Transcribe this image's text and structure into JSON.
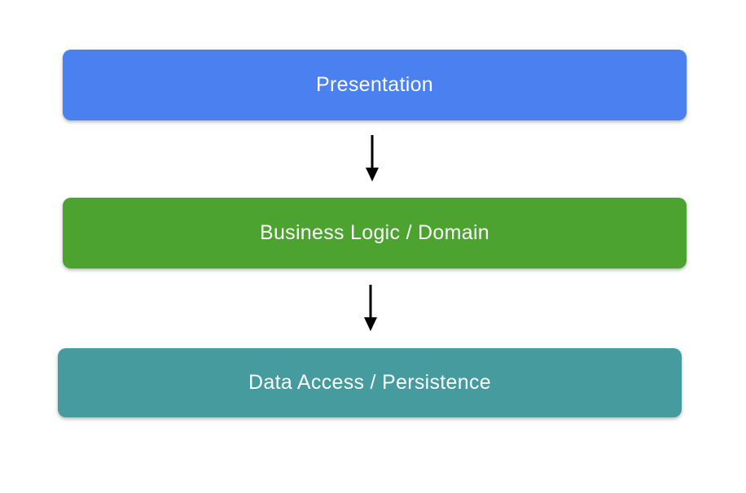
{
  "diagram": {
    "type": "layered-architecture",
    "background_color": "#ffffff",
    "text_color": "#ffffff",
    "arrow_color": "#000000",
    "nodes": [
      {
        "id": "presentation",
        "label": "Presentation",
        "color": "#4a80f0"
      },
      {
        "id": "business-logic",
        "label": "Business Logic / Domain",
        "color": "#4ca32f"
      },
      {
        "id": "data-access",
        "label": "Data Access / Persistence",
        "color": "#459b9d"
      }
    ],
    "edges": [
      {
        "from": "presentation",
        "to": "business-logic",
        "direction": "down"
      },
      {
        "from": "business-logic",
        "to": "data-access",
        "direction": "down"
      }
    ]
  }
}
